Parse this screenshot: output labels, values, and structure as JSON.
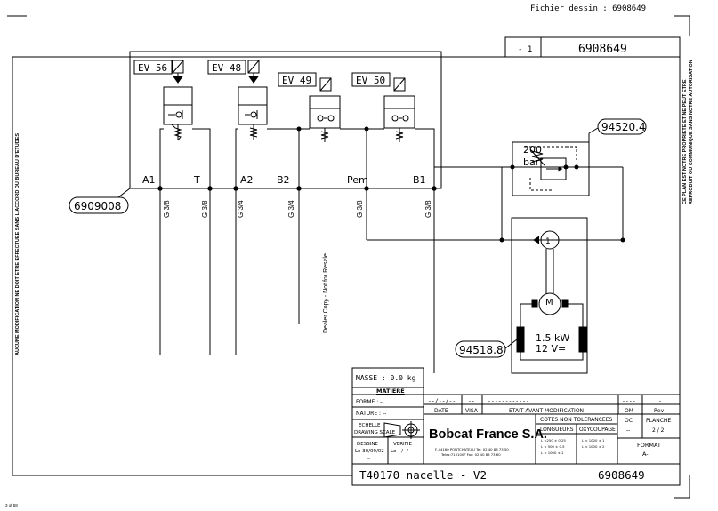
{
  "header": {
    "drawing_file": "Fichier dessin : 6908649",
    "revision_mark": "- 1",
    "drawing_number": "6908649"
  },
  "margins": {
    "left_note": "AUCUNE MODIFICATION NE DOIT ETRE EFFECTUEE SANS L'ACCORD DU BUREAU D'ETUDES",
    "right_note_1": "CE PLAN EST NOTRE PROPRIETE ET NE PEUT ETRE",
    "right_note_2": "REPRODUIT OU COMMUNIQUE SANS NOTRE AUTORISATION",
    "watermark": "Dealer Copy - Not for Resale",
    "page_counter": "3 of 58"
  },
  "valves": [
    {
      "label": "EV 56"
    },
    {
      "label": "EV 48"
    },
    {
      "label": "EV 49"
    },
    {
      "label": "EV 50"
    }
  ],
  "ports": [
    {
      "label": "A1",
      "size": "G 3/8"
    },
    {
      "label": "T",
      "size": "G 3/8"
    },
    {
      "label": "A2",
      "size": "G 3/4"
    },
    {
      "label": "B2",
      "size": "G 3/4"
    },
    {
      "label": "Pem",
      "size": "G 3/8"
    },
    {
      "label": "B1",
      "size": "G 3/8"
    }
  ],
  "callouts": {
    "block": "6909008",
    "relief_valve": "94520.4",
    "motor": "94518.8"
  },
  "relief": {
    "pressure": "200",
    "unit": "bar"
  },
  "pump": {
    "symbol": "1"
  },
  "motor": {
    "symbol": "M",
    "power": "1.5 kW",
    "voltage": "12 V="
  },
  "title_block": {
    "masse": "MASSE : 0.0 kg",
    "matiere": "MATIERE",
    "forme": "FORME : --",
    "nature": "NATURE : --",
    "rev_date": "--/--/--",
    "rev_visa": "--",
    "rev_desc": "------------",
    "rev_om": "----",
    "rev_rev": "-",
    "col_date": "DATE",
    "col_visa": "VISA",
    "col_desc": "ETAIT AVANT MODIFICATION",
    "col_om": "OM",
    "col_rev": "Rev",
    "echelle_1": "ECHELLE",
    "echelle_2": "DRAWING SCALE",
    "dessine": "DESSINE",
    "dessine_date": "Le 30/09/02",
    "dessine_by": "--",
    "verifie": "VERIFIE",
    "verifie_date": "Le --/--/--",
    "company": "Bobcat France S.A.",
    "address_1": "F-44160 PONTCHATEAU Tel: 02 40 88 73 50",
    "address_2": "Telex:710100F  Fax: 02 40 88 73 60",
    "cotes": "COTES NON TOLERANCEES",
    "longueurs": "LONGUEURS",
    "oxycoupage": "OXYCOUPAGE",
    "tol_1a": "L <250  ± 0.25",
    "tol_1b": "L < 500  ± 0.5",
    "tol_1c": "L < 1000 ± 1",
    "tol_2a": "L < 1000  ± 1",
    "tol_2b": "L < 1000  ± 2",
    "oc": "OC",
    "oc_val": "--",
    "planche": "PLANCHE",
    "planche_val": "2 / 2",
    "format": "FORMAT",
    "format_val": "A-",
    "title": "T40170 nacelle - V2",
    "number": "6908649"
  }
}
